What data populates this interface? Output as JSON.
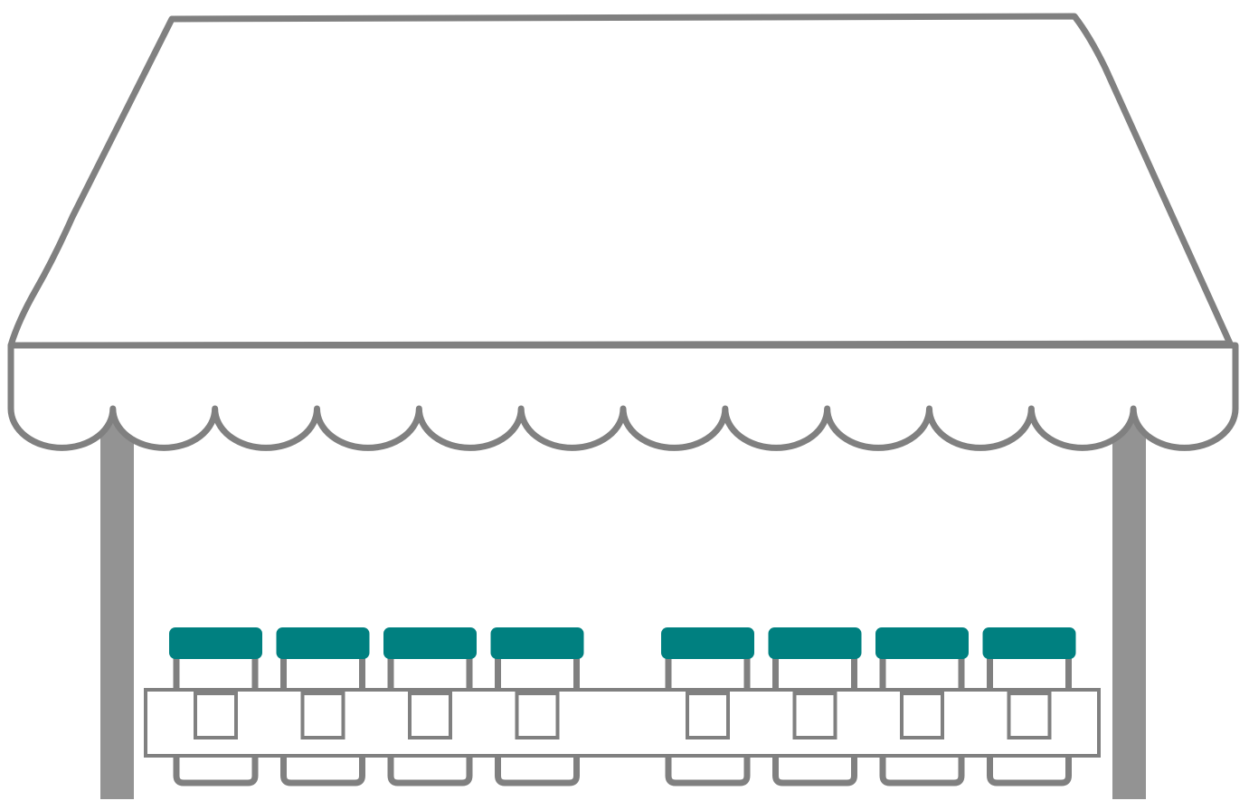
{
  "colors": {
    "outline": "#808080",
    "post": "#939393",
    "lid": "#008080",
    "fill": "#ffffff"
  },
  "stall": {
    "scallop_count": 12,
    "jar_groups": [
      4,
      4
    ]
  }
}
